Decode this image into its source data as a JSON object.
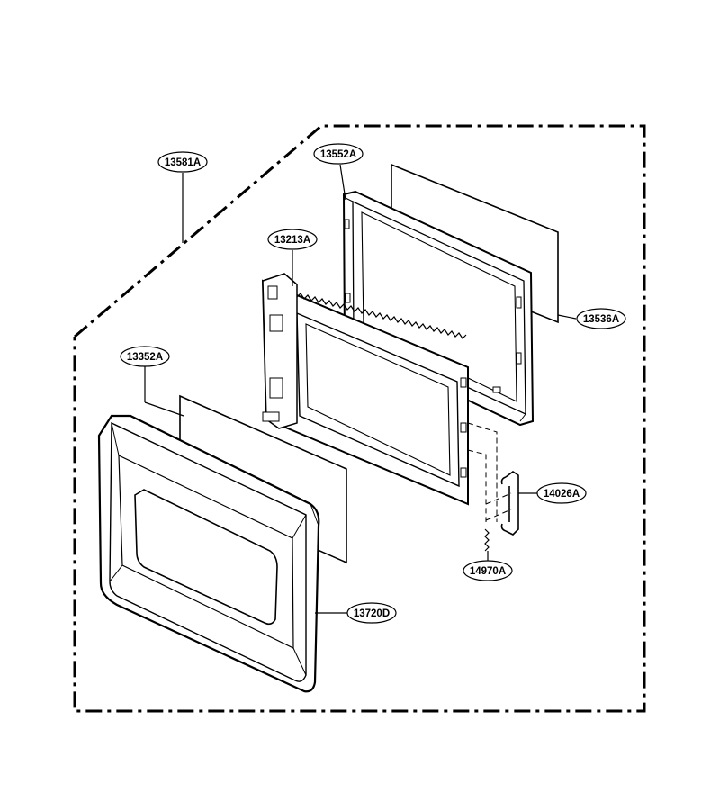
{
  "parts": {
    "assembly": "13581A",
    "door_frame": "13552A",
    "inner_door": "13213A",
    "screen_film": "13352A",
    "choke_glass": "13536A",
    "latch_hook": "14026A",
    "latch_spring": "14970A",
    "door_front": "13720D"
  }
}
